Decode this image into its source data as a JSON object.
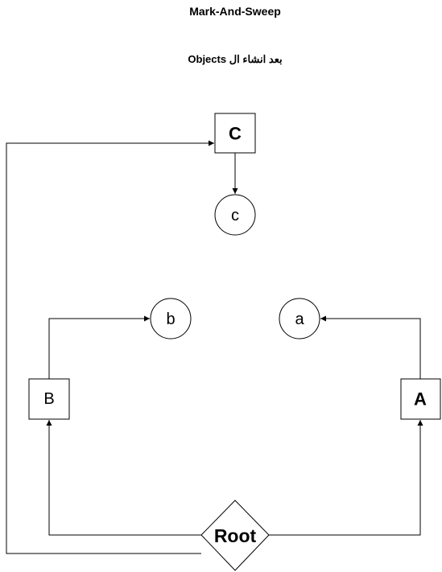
{
  "title": "Mark-And-Sweep",
  "subtitle": "بعد انشاء ال Objects",
  "nodes": {
    "C": {
      "label": "C",
      "shape": "square"
    },
    "c": {
      "label": "c",
      "shape": "circle"
    },
    "b": {
      "label": "b",
      "shape": "circle"
    },
    "a": {
      "label": "a",
      "shape": "circle"
    },
    "B": {
      "label": "B",
      "shape": "square"
    },
    "A": {
      "label": "A",
      "shape": "square"
    },
    "Root": {
      "label": "Root",
      "shape": "diamond"
    }
  },
  "edges": [
    {
      "from": "Root",
      "to": "C"
    },
    {
      "from": "C",
      "to": "c"
    },
    {
      "from": "Root",
      "to": "B"
    },
    {
      "from": "B",
      "to": "b"
    },
    {
      "from": "Root",
      "to": "A"
    },
    {
      "from": "A",
      "to": "a"
    }
  ],
  "colors": {
    "stroke": "#000000",
    "fill": "#ffffff"
  }
}
